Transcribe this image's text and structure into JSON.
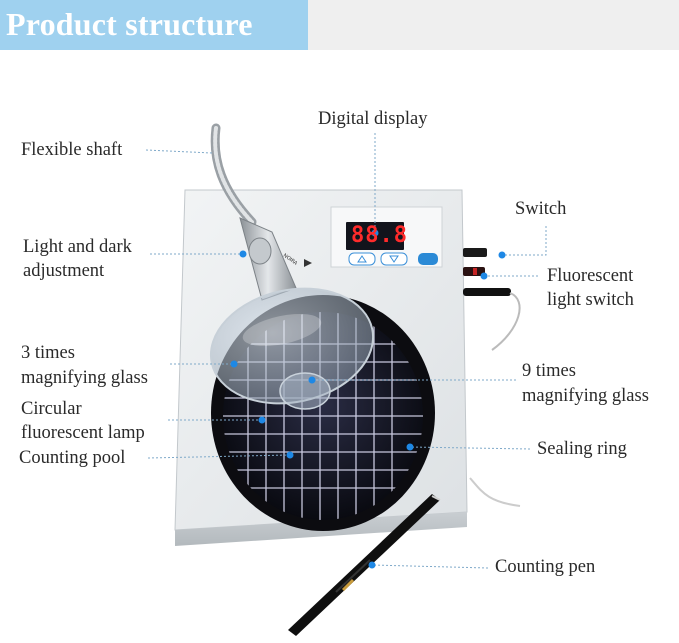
{
  "header": {
    "title": "Product structure"
  },
  "display_digits": "88.8",
  "labels": {
    "flexible_shaft": "Flexible shaft",
    "digital_display": "Digital display",
    "switch": "Switch",
    "light_dark_1": "Light and dark",
    "light_dark_2": "adjustment",
    "fluorescent_switch_1": "Fluorescent",
    "fluorescent_switch_2": "light switch",
    "mag3_1": "3 times",
    "mag3_2": "magnifying glass",
    "mag9_1": "9 times",
    "mag9_2": "magnifying glass",
    "circular_lamp_1": "Circular",
    "circular_lamp_2": "fluorescent lamp",
    "counting_pool": "Counting pool",
    "sealing_ring": "Sealing ring",
    "counting_pen": "Counting pen"
  },
  "colors": {
    "banner": "#9fd1ef",
    "leader_line": "#7fa9c9",
    "marker_dot": "#1e88e5",
    "device_body": "#e9ecee",
    "display_digits": "#ff2b2b"
  }
}
